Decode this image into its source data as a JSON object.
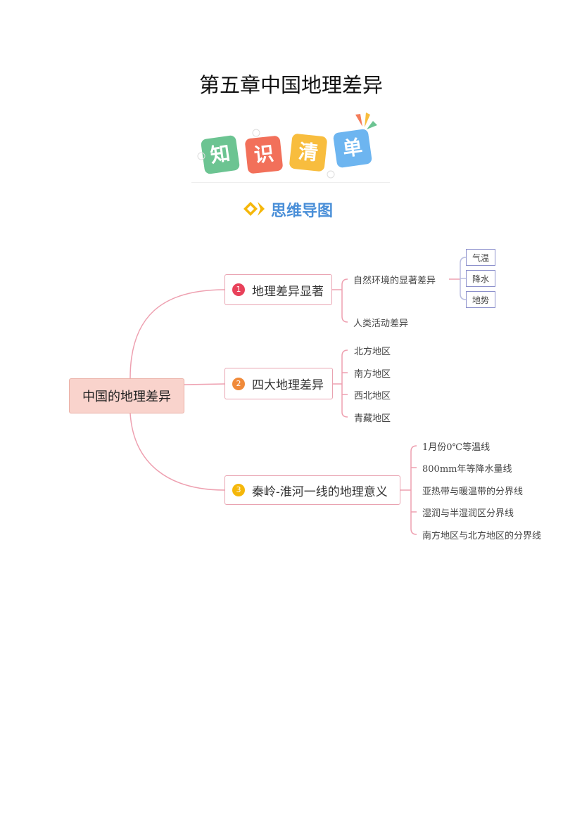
{
  "title": "第五章中国地理差异",
  "banner": {
    "tiles": [
      "知",
      "识",
      "清",
      "单"
    ],
    "subtitle": "思维导图"
  },
  "colors": {
    "branch": "#eea0b0",
    "root_fill": "#f9d3cc",
    "num1": "#e8415a",
    "num2": "#f08a3a",
    "num3": "#f5b70a",
    "leaf_box": "#8c90cc"
  },
  "mindmap": {
    "root": "中国的地理差异",
    "branches": [
      {
        "num": "1",
        "label": "地理差异显著",
        "children": [
          {
            "label": "自然环境的显著差异",
            "sub": [
              "气温",
              "降水",
              "地势"
            ]
          },
          {
            "label": "人类活动差异"
          }
        ]
      },
      {
        "num": "2",
        "label": "四大地理差异",
        "children": [
          "北方地区",
          "南方地区",
          "西北地区",
          "青藏地区"
        ]
      },
      {
        "num": "3",
        "label": "秦岭-淮河一线的地理意义",
        "children": [
          "1月份0℃等温线",
          "800mm年等降水量线",
          "亚热带与暖温带的分界线",
          "湿润与半湿润区分界线",
          "南方地区与北方地区的分界线"
        ]
      }
    ]
  }
}
